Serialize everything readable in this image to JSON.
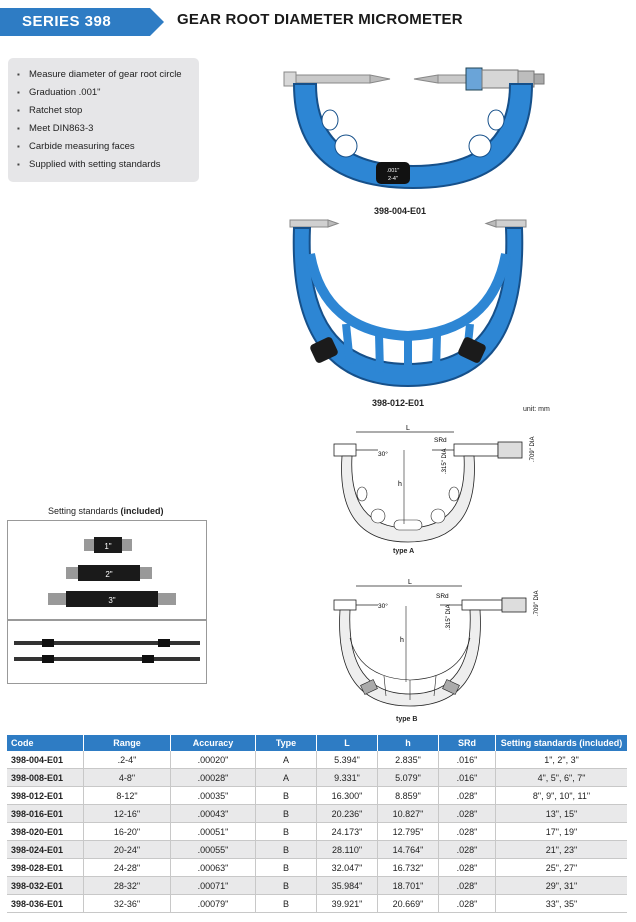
{
  "header": {
    "series": "SERIES 398",
    "title": "GEAR ROOT DIAMETER MICROMETER",
    "accent_color": "#2e7cc4"
  },
  "features": [
    "Measure diameter of gear root circle",
    "Graduation .001\"",
    "Ratchet stop",
    "Meet DIN863-3",
    "Carbide measuring faces",
    "Supplied with setting standards"
  ],
  "products": {
    "first_label": "398-004-E01",
    "first_dial_top": ".001\"",
    "first_dial_bottom": "2-4\"",
    "second_label": "398-012-E01"
  },
  "drawings": {
    "unit": "unit: mm",
    "L": "L",
    "h": "h",
    "angle": "30°",
    "srd": "SRd",
    "dia_small": ".315\" DIA",
    "dia_large": ".709\" DIA",
    "type_a": "type A",
    "type_b": "type B"
  },
  "setting_standards": {
    "title_prefix": "Setting standards ",
    "title_bold": "(included)",
    "bar1": "1\"",
    "bar2": "2\"",
    "bar3": "3\""
  },
  "table": {
    "headers": [
      "Code",
      "Range",
      "Accuracy",
      "Type",
      "L",
      "h",
      "SRd",
      "Setting standards (included)"
    ],
    "rows": [
      [
        "398-004-E01",
        ".2-4\"",
        ".00020\"",
        "A",
        "5.394\"",
        "2.835\"",
        ".016\"",
        "1\", 2\", 3\""
      ],
      [
        "398-008-E01",
        "4-8\"",
        ".00028\"",
        "A",
        "9.331\"",
        "5.079\"",
        ".016\"",
        "4\", 5\", 6\", 7\""
      ],
      [
        "398-012-E01",
        "8-12\"",
        ".00035\"",
        "B",
        "16.300\"",
        "8.859\"",
        ".028\"",
        "8\", 9\", 10\", 11\""
      ],
      [
        "398-016-E01",
        "12-16\"",
        ".00043\"",
        "B",
        "20.236\"",
        "10.827\"",
        ".028\"",
        "13\", 15\""
      ],
      [
        "398-020-E01",
        "16-20\"",
        ".00051\"",
        "B",
        "24.173\"",
        "12.795\"",
        ".028\"",
        "17\", 19\""
      ],
      [
        "398-024-E01",
        "20-24\"",
        ".00055\"",
        "B",
        "28.110\"",
        "14.764\"",
        ".028\"",
        "21\", 23\""
      ],
      [
        "398-028-E01",
        "24-28\"",
        ".00063\"",
        "B",
        "32.047\"",
        "16.732\"",
        ".028\"",
        "25\", 27\""
      ],
      [
        "398-032-E01",
        "28-32\"",
        ".00071\"",
        "B",
        "35.984\"",
        "18.701\"",
        ".028\"",
        "29\", 31\""
      ],
      [
        "398-036-E01",
        "32-36\"",
        ".00079\"",
        "B",
        "39.921\"",
        "20.669\"",
        ".028\"",
        "33\", 35\""
      ]
    ]
  }
}
